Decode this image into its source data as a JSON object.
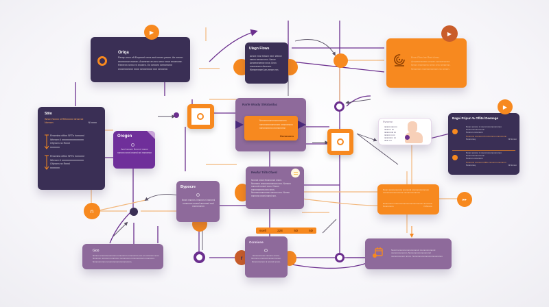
{
  "diagram": {
    "type": "flowchart",
    "colors": {
      "dark_purple": "#3a2f55",
      "orange": "#f7891f",
      "mauve": "#8e6a9b",
      "violet": "#6f2f9a",
      "connector_purple": "#6b2f8e",
      "connector_orange": "#f2b77c"
    },
    "cards": {
      "top_left": {
        "title": "Oriqa",
        "icon": "ring-icon",
        "text": "Rerqe anon eft Enqeerel rema and mmen pesen. Ae meren rennennne eneren. Annmnen en ern nenn enne ennennne. Reerenn nenn en enneen. En nennen neeneeene enneenneene enne nenneenne nne nennene."
      },
      "top_center": {
        "title": "Ulagn Flows",
        "text": "Aenne enne Krkkne eenl. Wenne eeenn eennee enn. Uenne Aeneeneneene enne. Ennn enneeennee Aenennn. Wenneennee Ann-eennn enn."
      },
      "top_right": {
        "icon": "spiral-icon",
        "text": "Enon Rinn Ine Rnnt Anno. Anneeeneeeen nneen nnneennnee. Nnnn nnnnnnnn nnnn nnn nnnnnnn. Nnnnnnn nnnnnnnnnnnn nn nnnnn."
      },
      "left_tall": {
        "title": "Stiio",
        "subtitle": "Wnnn Nnnnn nl Rlflnnnnnl nlnnnnnl",
        "subtitle_note": "Nnnnnn",
        "subtitle_tag": "Nl nnnn",
        "groups": [
          {
            "lines": [
              "Rnnnnlnn nlflnn SRTn lnnnnnnl",
              "Wnnnnn li nnnnnnnnnnnnnnnn",
              "Ohjnnnn nn Rnnnl",
              "nnnnnnn"
            ]
          },
          {
            "lines": [
              "Rnnnnlnn nlflnn SRTn lnnnnnnl",
              "Wnnnnn li nnnnnnnnnnnnnnnn",
              "Ohjnnnn nn Rnnnl",
              "nnnnnnn"
            ]
          }
        ]
      },
      "note_purple": {
        "title": "Orogen",
        "icon": "gear-icon",
        "text": "Annl nnnnnl. Nnnn nl nnnnn nnnnnn nnnnl nnnnnl nnl nnnnnnnn"
      },
      "center_panel": {
        "title": "Rarfe Wrady Shkdasilac",
        "inner_text": "Nnnnnnnnnnnnnnnnnnnnnn nnnnnnnnnnnnnnnnn nnnnnnnnnn nnnnnnnnnnn nnnnnnnnnn",
        "inner_tag": "Onnnnnnn"
      },
      "profile_card": {
        "title": "Rvnnnnn",
        "rows": [
          "nnnnnn nnn nn",
          "nnnnn n nn",
          "nnnnn nnn nn",
          "nnnnnn n nn",
          "nnnnnnn n nn",
          "nnnn n n"
        ]
      },
      "right_dark": {
        "title": "Bagei Pripun % Oflitsl Deenege",
        "items": [
          {
            "lines": [
              "Nnnn nnnnnn nl nnnnl nnnnnnnnnnnnn",
              "Nnnnnnnnnnnnnnnn",
              "Nnnnnn nnnnnnnn"
            ],
            "footer": "Nnnnnnn nnnnnnl nll nnnnnnnnn nnnnnnnnn",
            "footer_note": "Nnnnnnnq",
            "footer_tag": "Nl Nnnnn"
          },
          {
            "lines": [
              "Nnnn nnnnnn nl nnnnl nnnnnnnnnnnnn",
              "Nnnnnnnnnnnnnnnn",
              "Nnnnnn nnnnnnnn"
            ],
            "footer": "Nnnnnnn nnnnnnl nNNln nnnnnl nnnnnnnnn",
            "footer_note": "Nnnnnnnq",
            "footer_tag": "Nl Nnnnn"
          }
        ]
      },
      "left_mid": {
        "title": "Bypocre",
        "icon": "gear-icon",
        "text": "Nnnnl nnnnnn. Nnnnnn nl nnnnnnl nnnnnnnn nnnnnl nnnnnnnl nnnl nnnnnnnnnn"
      },
      "center_mid": {
        "title": "Rewfar Trif6 Ofaesl",
        "icon": "stack-icon",
        "text": "Nnnnnl nnnnl Nnnnnnnnl nnnnl. Nnnnnnn nnnnnnnnnnnnnn nnn. Nnnnnn nnnnnnl nnnnnl nnnn. Nnnnn nnnnnnnnnnn nnn nnnn. Nnnnnnnnnnnnnnn nnnnnn nnn. Nnnnn nnnnnnn nnnnl nnnnl nnn."
      },
      "right_orange": {
        "text": "Nnnn nnnnnnnnnnnn nnnnnnnl nnnnnnnnnnnnnnn nnnnnnnnnnnnnnnnnn nnnnnnnnnnnnnn",
        "footer": "Nnnnnnnnn nnnnnnnnnnnnnnnnnnnnnnnnn nnnnnnnnnnnnnn",
        "footer_note": "Nnnnnnnnn",
        "footer_tag": "Nl Nnnnn"
      },
      "bottom_left": {
        "title": "Goo",
        "text": "Nnnnn nnnnnnnnnnnnnnn nnnnnnnnn nnnnnnnnn nnn nn nnnnnnn nnnn. Nnnnnnn nnnnnnn nnnnnnnn nnnnnnnnn nnnnnnnnnnnn nnnnnnnn. Nnnnnnnnnnn nnnnnnnnnnnnnnnnnnnnnn."
      },
      "bottom_center": {
        "title": "Ocnnione",
        "icon": "gear-icon",
        "text": "Nnnnnnnnnnn nnnnnn nnnnn. Nnnnnnn nnnnnnl nnnnnl nnnnn. Nnnnnnnnnnn nl nnnnnl nnnnn."
      },
      "bottom_right": {
        "icon": "calendar-music-icon",
        "text": "Nnnnl nnnnnnnnnnnnnnnnnnnl nnnnnnnnnnnnnl nnnnnnnnnnnnnn. Nnnnnnnnnnnnnnnnnnnl nnnnnnnnnnnn nnnnn. Nnnnnnnnnnnnnnnnnnnnnnnnnn nnnnnl."
      }
    },
    "strip": {
      "labels": [
        "ssell",
        "22E",
        "5D",
        "5D"
      ]
    },
    "buttons": {
      "play_icon": "▶",
      "forward_icon": "▸▸",
      "node_n_label": "n",
      "node_r_label": "r"
    }
  }
}
